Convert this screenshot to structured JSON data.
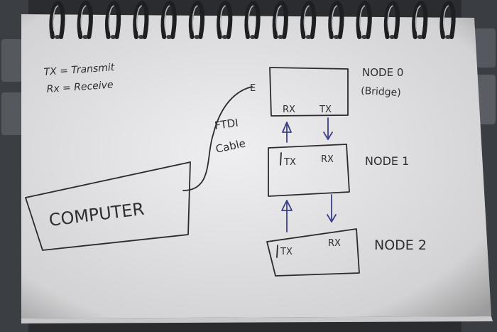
{
  "legend": {
    "tx_line": "TX = Transmit",
    "rx_line": "Rx = Receive"
  },
  "computer": {
    "label": "COMPUTER"
  },
  "cable": {
    "line1": "FTDI",
    "line2": "Cable",
    "end_mark": "E"
  },
  "node0": {
    "title": "NODE 0",
    "subtitle": "(Bridge)",
    "rx": "RX",
    "tx": "TX"
  },
  "node1": {
    "title": "NODE 1",
    "tx": "TX",
    "rx": "RX"
  },
  "node2": {
    "title": "NODE 2",
    "tx": "TX",
    "rx": "RX"
  },
  "colors": {
    "paper": "#eeeeef",
    "ink": "#2b2b2e",
    "arrow_ink": "#3c3f86",
    "desk": "#2a2c30"
  }
}
